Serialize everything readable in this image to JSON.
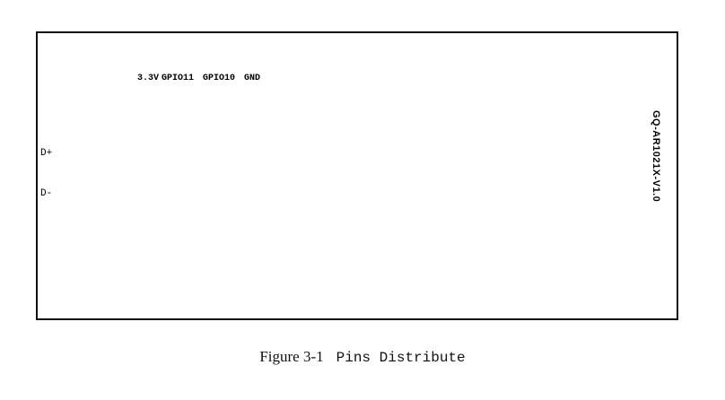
{
  "figure": {
    "number": "Figure 3-1",
    "title": "Pins Distribute"
  },
  "board": {
    "id_label": "GQ-AR1021X-V1.0",
    "header_pins": [
      "3.3V",
      "GPIO11",
      "GPIO10",
      "GND"
    ],
    "usb_pins": [
      "D+",
      "D-"
    ]
  },
  "colors": {
    "silkscreen": "#000000",
    "background": "#ffffff"
  }
}
